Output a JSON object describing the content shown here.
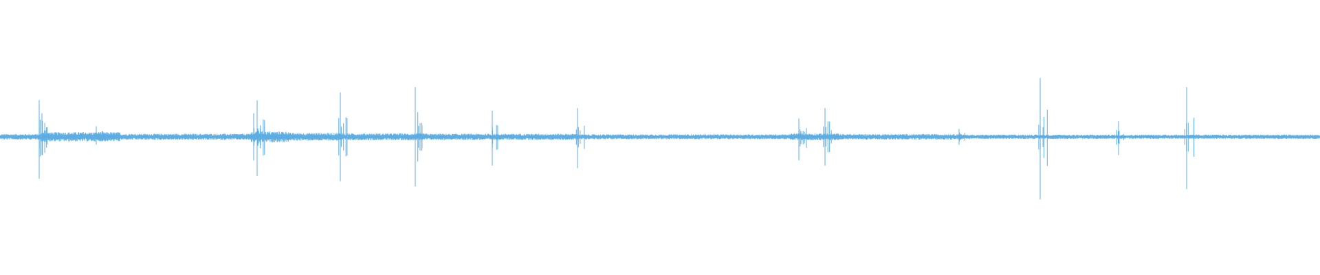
{
  "chart_data": {
    "type": "line",
    "subtype": "audio-waveform",
    "title": "",
    "xlabel": "",
    "ylabel": "",
    "grid": false,
    "legend": "none",
    "ylim": [
      -1,
      1
    ],
    "xlim": [
      0,
      1920
    ],
    "baseline_amplitude": 0.012,
    "series": [
      {
        "color": "#5dade2",
        "noise_segments": [
          {
            "start": 0,
            "end": 2,
            "level": 0.012
          },
          {
            "start": 2,
            "end": 60,
            "level": 0.018
          },
          {
            "start": 60,
            "end": 175,
            "level": 0.03
          },
          {
            "start": 175,
            "end": 365,
            "level": 0.02
          },
          {
            "start": 365,
            "end": 420,
            "level": 0.035
          },
          {
            "start": 420,
            "end": 500,
            "level": 0.025
          },
          {
            "start": 500,
            "end": 620,
            "level": 0.022
          },
          {
            "start": 620,
            "end": 840,
            "level": 0.02
          },
          {
            "start": 840,
            "end": 1150,
            "level": 0.016
          },
          {
            "start": 1150,
            "end": 1220,
            "level": 0.022
          },
          {
            "start": 1220,
            "end": 1400,
            "level": 0.018
          },
          {
            "start": 1400,
            "end": 1920,
            "level": 0.014
          }
        ],
        "transients": [
          {
            "x": 57,
            "up": 0.28,
            "down": 0.32
          },
          {
            "x": 61,
            "up": 0.18,
            "down": 0.14
          },
          {
            "x": 140,
            "up": 0.08,
            "down": 0.06
          },
          {
            "x": 369,
            "up": 0.18,
            "down": 0.18
          },
          {
            "x": 374,
            "up": 0.28,
            "down": 0.3
          },
          {
            "x": 495,
            "up": 0.34,
            "down": 0.34
          },
          {
            "x": 604,
            "up": 0.38,
            "down": 0.38
          },
          {
            "x": 716,
            "up": 0.2,
            "down": 0.22
          },
          {
            "x": 840,
            "up": 0.22,
            "down": 0.24
          },
          {
            "x": 1162,
            "up": 0.14,
            "down": 0.18
          },
          {
            "x": 1200,
            "up": 0.22,
            "down": 0.22
          },
          {
            "x": 1395,
            "up": 0.06,
            "down": 0.06
          },
          {
            "x": 1513,
            "up": 0.45,
            "down": 0.48
          },
          {
            "x": 1627,
            "up": 0.12,
            "down": 0.14
          },
          {
            "x": 1726,
            "up": 0.38,
            "down": 0.4
          }
        ]
      }
    ]
  }
}
